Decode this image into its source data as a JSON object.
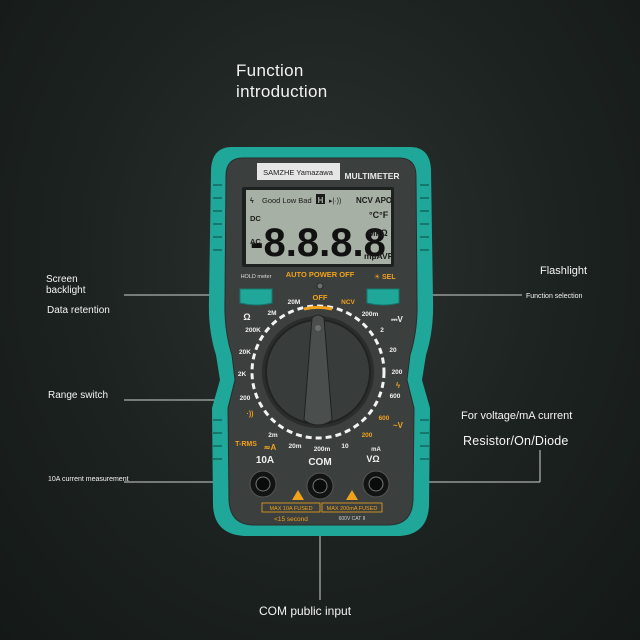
{
  "heading": {
    "line1": "Function",
    "line2": "introduction"
  },
  "callouts": {
    "screen_backlight_line1": "Screen",
    "screen_backlight_line2": "backlight",
    "data_retention": "Data retention",
    "range_switch": "Range switch",
    "ten_a_current": "10A current measurement",
    "flashlight": "Flashlight",
    "function_selection": "Function selection",
    "voltage_ma": "For voltage/mA current",
    "resistor_diode": "Resistor/On/Diode",
    "com_input": "COM public input"
  },
  "meter": {
    "brand": "SAMZHE Yamazawa",
    "model": "MULTIMETER",
    "lcd_top_row": "Good Low Bad",
    "lcd_hold": "H",
    "lcd_ncv_apo": "NCV APO",
    "lcd_digits": "-8.8.8.8",
    "lcd_dc": "DC",
    "lcd_ac": "AC",
    "lcd_units_temp": "°C°F",
    "lcd_units_res": "MkΩ",
    "lcd_units_small": "mµAVF",
    "hold_meter_label": "HOLD meter",
    "auto_power_off": "AUTO POWER OFF",
    "sel_label": "SEL",
    "dial_labels": {
      "off": "OFF",
      "ncv": "NCV",
      "m20": "20M",
      "m2": "2M",
      "k200": "200K",
      "k20": "20K",
      "k2": "2K",
      "r200": "200",
      "mv200": "200m",
      "v2": "2",
      "v20": "20",
      "v200": "200",
      "v600": "600",
      "ac600": "600",
      "ac200": "200",
      "a10": "10",
      "ma200": "200m",
      "ma20": "20m",
      "ma2": "2m",
      "ohm": "Ω",
      "trms": "T-RMS"
    },
    "jack_10a": "10A",
    "jack_com": "COM",
    "jack_vohm": "VΩ",
    "jack_ma": "mA",
    "warn_10a": "MAX 10A FUSED",
    "warn_200ma": "MAX 200mA FUSED",
    "warn_15s": "<15 second",
    "cat_rating": "600V CAT II"
  },
  "colors": {
    "teal": "#1fa89a",
    "body": "#3b3f3e",
    "accent_orange": "#f0a21c",
    "lcd": "#a7b0a4"
  }
}
